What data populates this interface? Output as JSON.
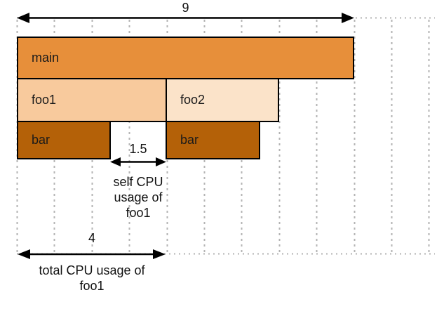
{
  "diagram": {
    "type": "flame-graph-annotated",
    "frames": [
      {
        "label": "main",
        "depth": 0,
        "units_wide": 9
      },
      {
        "label": "foo1",
        "depth": 1,
        "units_wide": 4
      },
      {
        "label": "foo2",
        "depth": 1,
        "units_wide": 3
      },
      {
        "label": "bar",
        "depth": 2,
        "units_wide": 2.5
      },
      {
        "label": "bar",
        "depth": 2,
        "units_wide": 2.5
      }
    ],
    "annotations": {
      "total_program": {
        "value": "9"
      },
      "self_foo1": {
        "value": "1.5",
        "caption_lines": [
          "self CPU",
          "usage of",
          "foo1"
        ]
      },
      "total_foo1": {
        "value": "4",
        "caption_lines": [
          "total CPU usage of",
          "foo1"
        ]
      }
    },
    "colors": {
      "frame_main": "#E78F3A",
      "frame_foo1": "#F8CA9D",
      "frame_foo2": "#FBE3C9",
      "frame_bar": "#B46108",
      "frame_border": "#000000",
      "grid_line": "#b3b3b3",
      "arrow": "#000000",
      "text": "#111111"
    },
    "grid": {
      "unit_count": 11,
      "lines": 12
    }
  }
}
